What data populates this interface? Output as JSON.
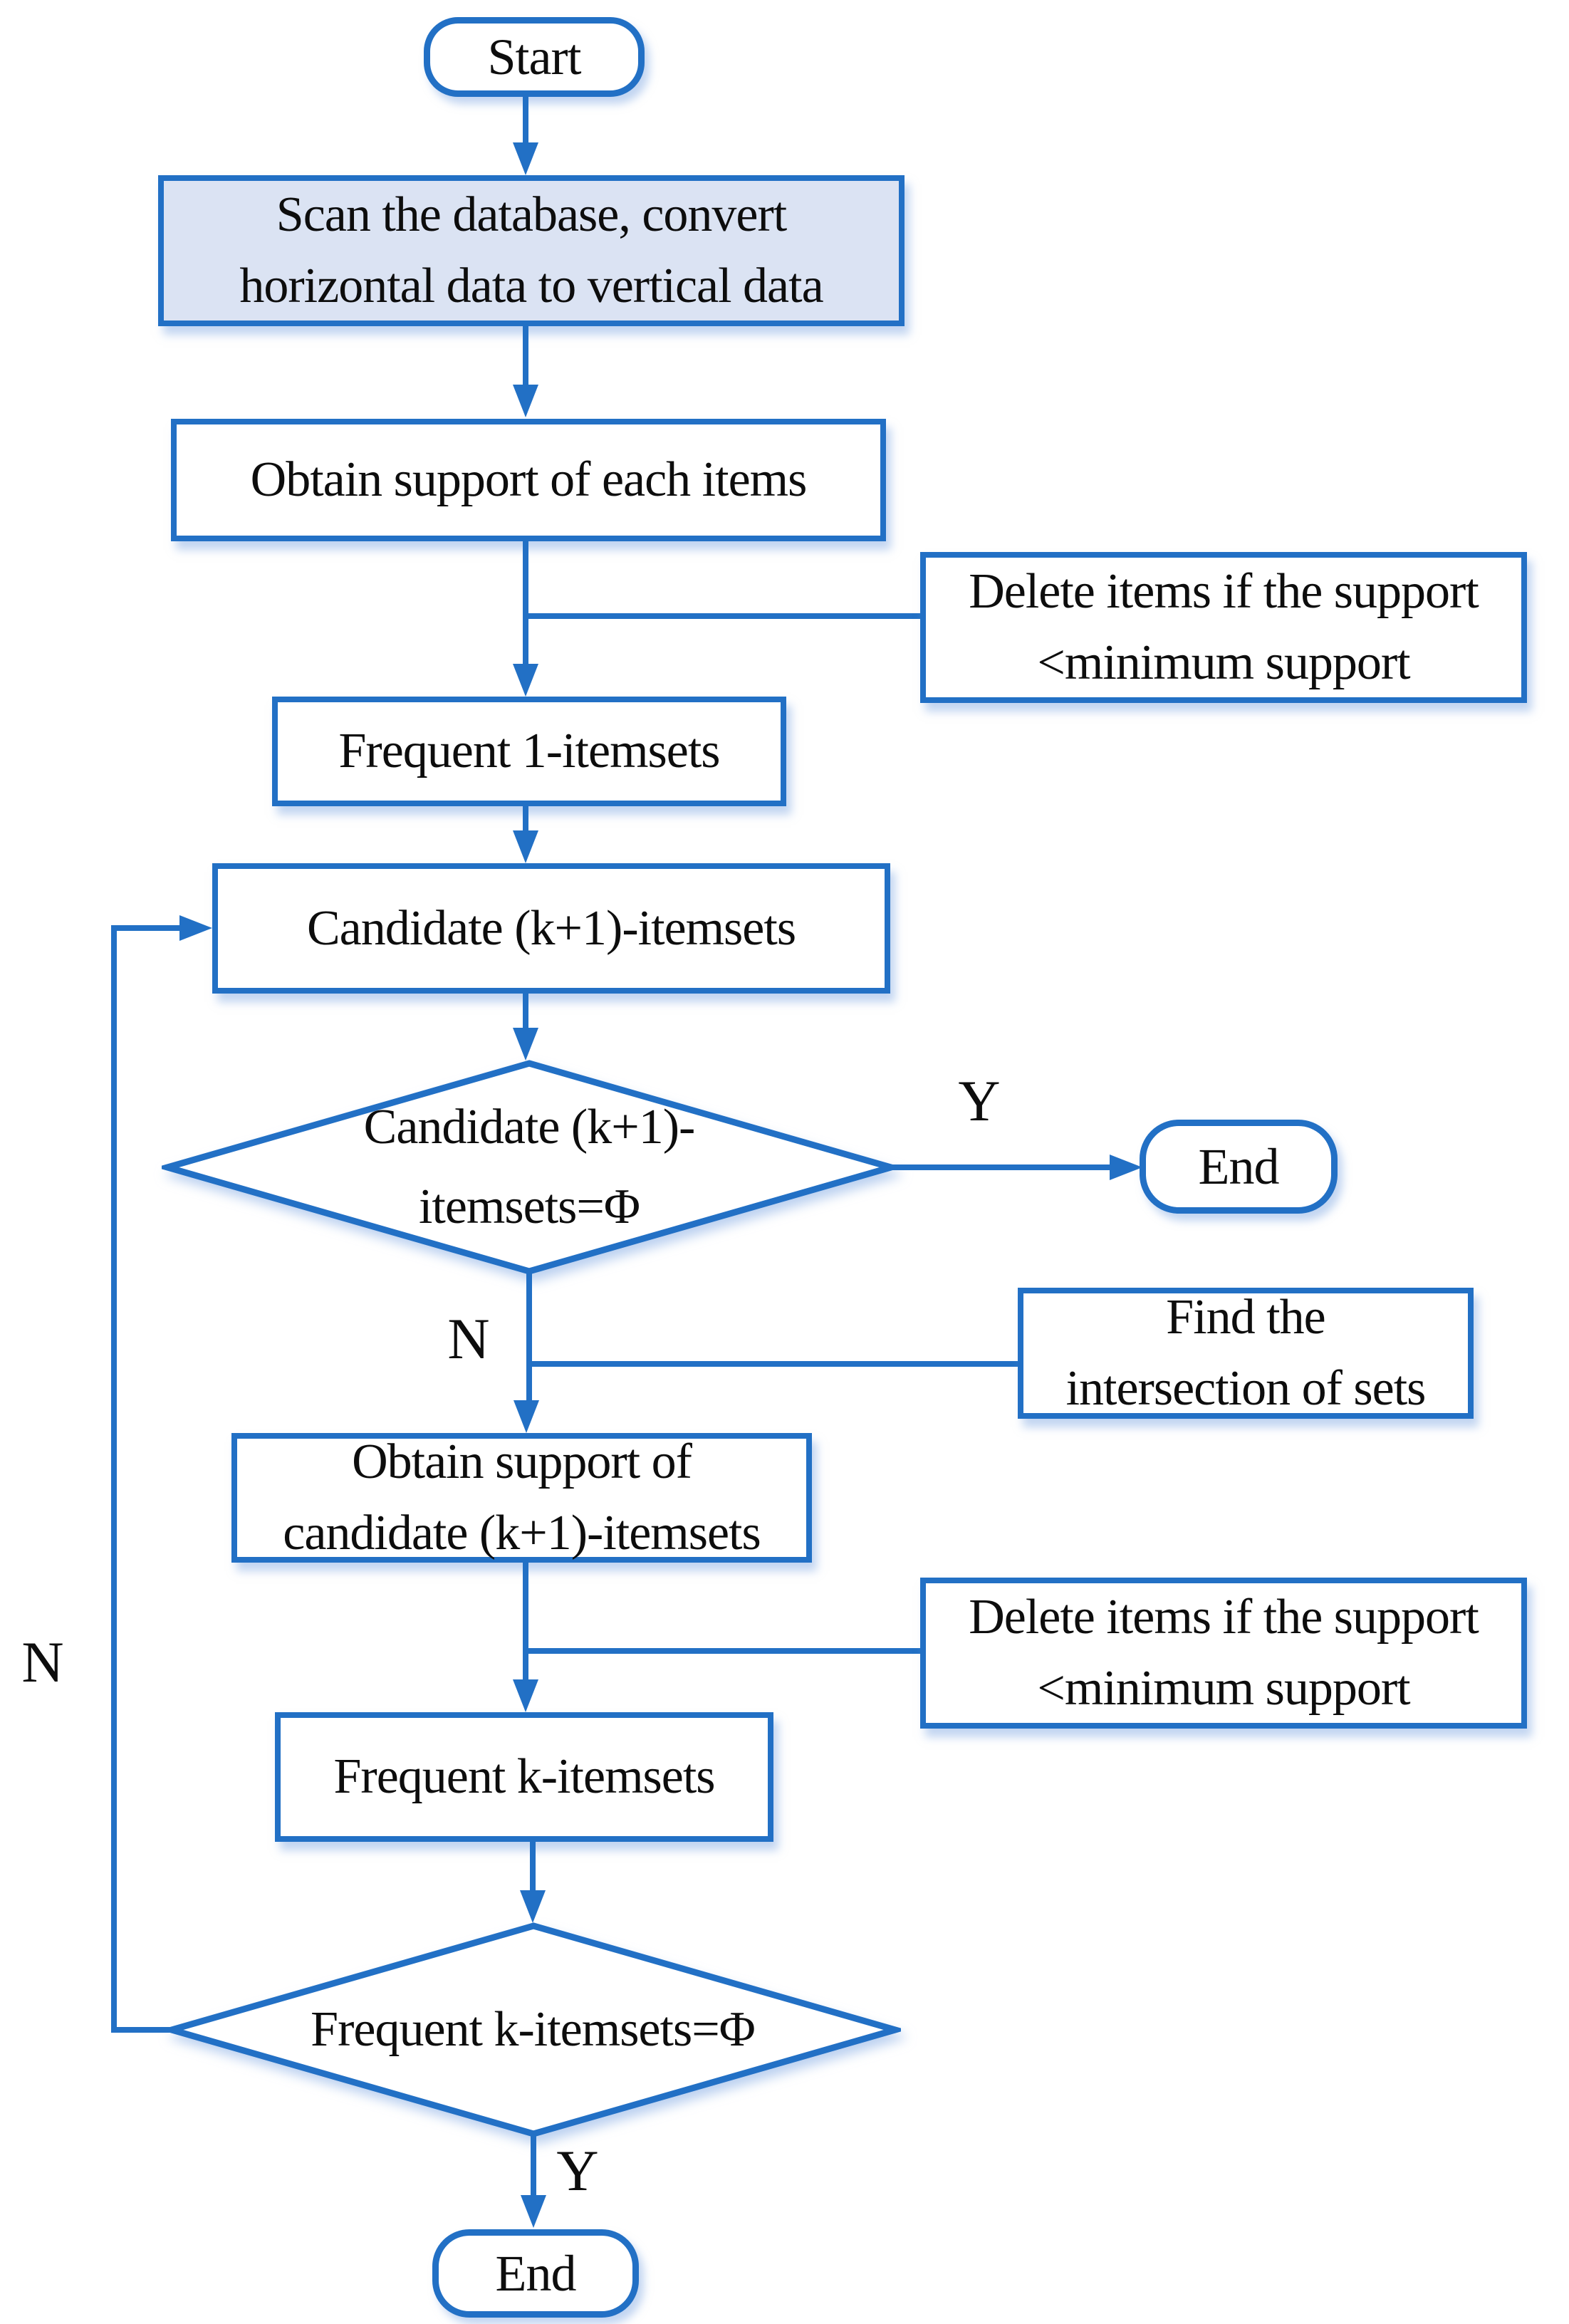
{
  "diagram": {
    "title_semantic": "Eclat frequent itemset mining flowchart",
    "colors": {
      "stroke_blue": "#2270C5",
      "highlight_fill": "#DBE3F3",
      "text": "#0d0d0d",
      "shadow": "rgba(143,178,230,0.55)"
    },
    "nodes": {
      "start": {
        "label": "Start"
      },
      "scan": {
        "line1": "Scan the database, convert",
        "line2": "horizontal data to vertical data"
      },
      "obtain1": {
        "label": "Obtain support of each items"
      },
      "delete1": {
        "line1": "Delete items if the support",
        "line2": "<minimum support"
      },
      "frequent1": {
        "label": "Frequent 1-itemsets"
      },
      "candidate": {
        "label": "Candidate (k+1)-itemsets"
      },
      "decision1": {
        "line1": "Candidate (k+1)-",
        "line2": "itemsets=Φ"
      },
      "end_top": {
        "label": "End"
      },
      "find": {
        "line1": "Find the",
        "line2": "intersection of sets"
      },
      "obtain2": {
        "line1": "Obtain support of",
        "line2": "candidate (k+1)-itemsets"
      },
      "delete2": {
        "line1": "Delete items if the support",
        "line2": "<minimum support"
      },
      "frequent_k": {
        "label": "Frequent k-itemsets"
      },
      "decision2": {
        "label": "Frequent k-itemsets=Φ"
      },
      "end_bottom": {
        "label": "End"
      }
    },
    "edge_labels": {
      "decision1_yes": "Y",
      "decision1_no": "N",
      "decision2_yes": "Y",
      "decision2_no": "N"
    }
  }
}
